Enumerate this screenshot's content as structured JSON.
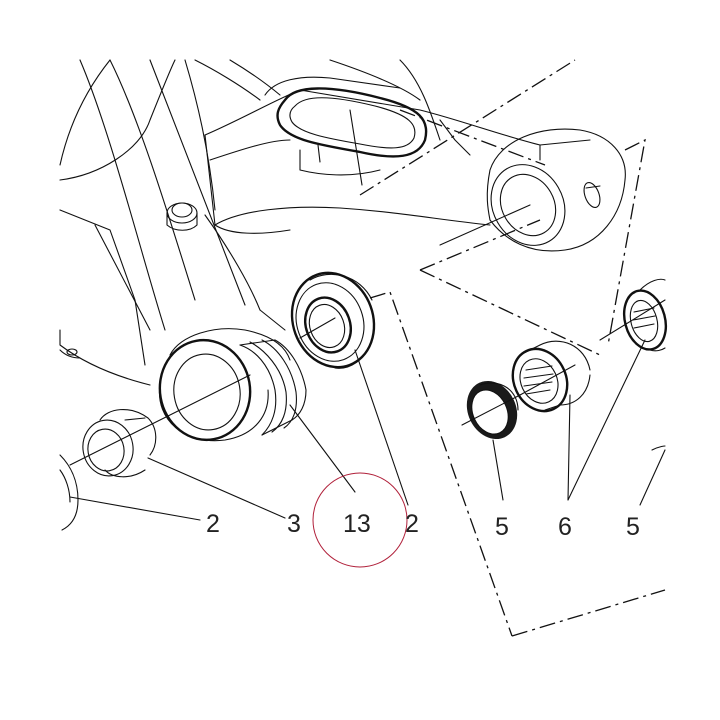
{
  "callouts": [
    {
      "id": "c-2a",
      "text": "2"
    },
    {
      "id": "c-3",
      "text": "3"
    },
    {
      "id": "c-13",
      "text": "13"
    },
    {
      "id": "c-2b",
      "text": "2"
    },
    {
      "id": "c-5a",
      "text": "5"
    },
    {
      "id": "c-6",
      "text": "6"
    },
    {
      "id": "c-5b",
      "text": "5"
    }
  ],
  "colors": {
    "line": "#111111",
    "highlight_circle": "#b0203a"
  }
}
